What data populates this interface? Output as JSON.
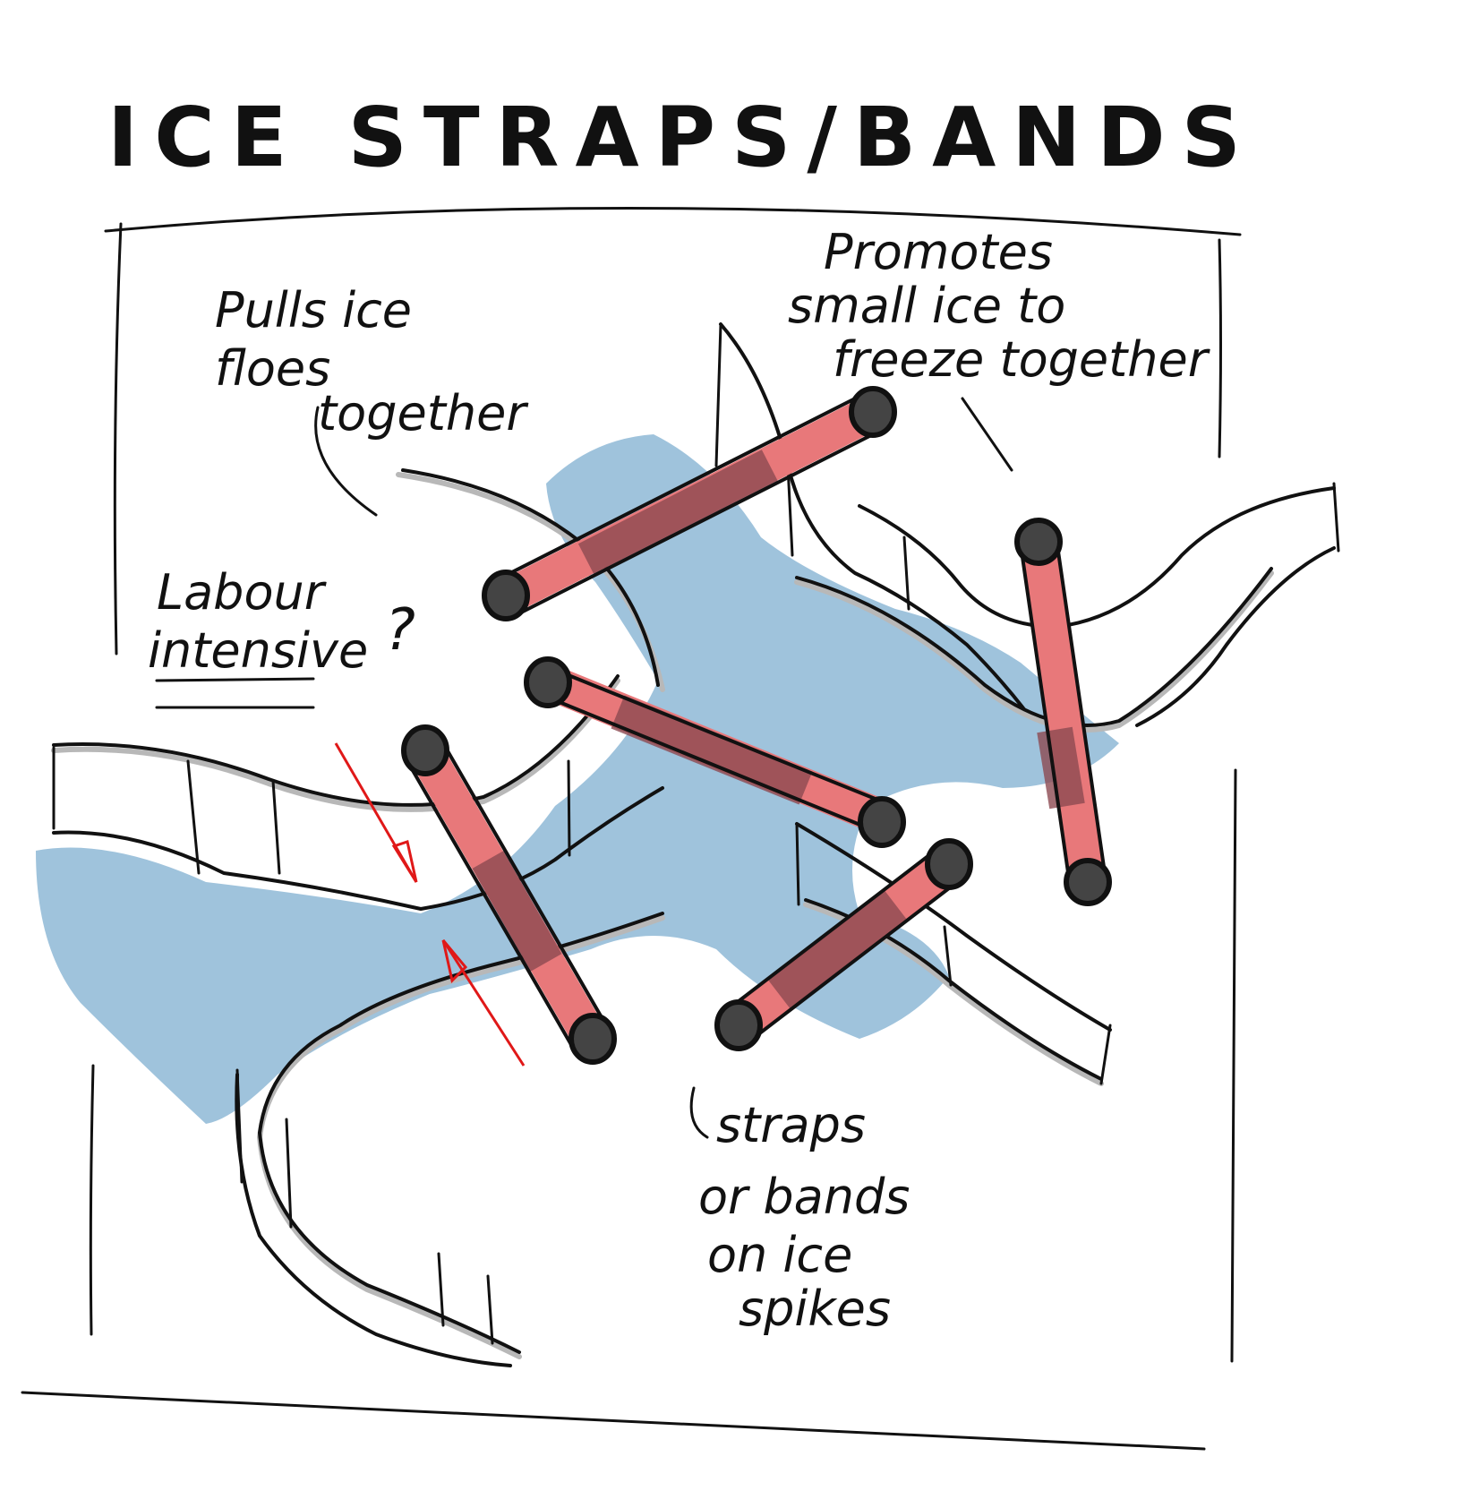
{
  "title": "ICE STRAPS/BANDS",
  "annotations": {
    "pulls": [
      "Pulls ice",
      "floes",
      "together"
    ],
    "promotes": [
      "Promotes",
      "small ice to",
      "freeze together"
    ],
    "labour": [
      "Labour",
      "intensive",
      "?"
    ],
    "straps": [
      "straps",
      "or bands",
      "on ice",
      "spikes"
    ]
  },
  "colors": {
    "water": "#9fc3dc",
    "strap": "#e8787a",
    "strap_dark": "#8d4a52",
    "ink": "#111111",
    "arrow": "#e01818"
  }
}
